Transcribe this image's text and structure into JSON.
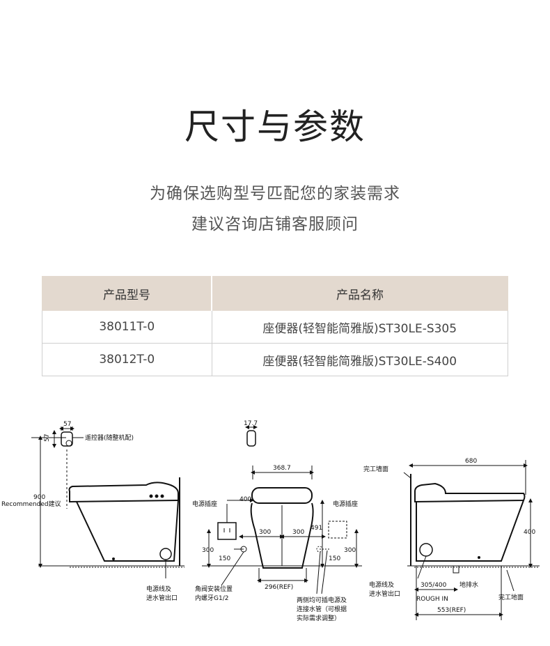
{
  "header": {
    "title": "尺寸与参数",
    "subtitle_line1": "为确保选购型号匹配您的家装需求",
    "subtitle_line2": "建议咨询店铺客服顾问"
  },
  "spec_table": {
    "headers": [
      "产品型号",
      "产品名称"
    ],
    "rows": [
      [
        "38011T-0",
        "座便器(轻智能简雅版)ST30LE-S305"
      ],
      [
        "38012T-0",
        "座便器(轻智能简雅版)ST30LE-S400"
      ]
    ]
  },
  "drawing": {
    "side": {
      "dim_top_width": "57",
      "dim_top_height": "57",
      "remote_label": "遥控器(随整机配)",
      "height_value": "900",
      "height_note": "Recommended建议",
      "cable_label_1": "电源线及",
      "cable_label_2": "进水管出口"
    },
    "front": {
      "dim_remote": "17.7",
      "width": "368.7",
      "socket_left": "电源插座",
      "socket_right": "电源插座",
      "dim_400": "400",
      "dim_300_left": "300",
      "dim_300_right": "300",
      "dim_491": "491",
      "dim_300_vert_left": "300",
      "dim_300_vert_right": "300",
      "dim_150_left": "150",
      "dim_150_right": "150",
      "base_width": "296(REF)",
      "valve_label_1": "角阀安装位置",
      "valve_label_2": "内螺牙G1/2",
      "note_1": "两侧均可插电源及",
      "note_2": "连接水管（可根据",
      "note_3": "实际需求调整）"
    },
    "rear": {
      "wall_label": "完工墙面",
      "length": "680",
      "height": "400",
      "cable_label_1": "电源线及",
      "cable_label_2": "进水管出口",
      "rough_in_value": "305/400",
      "rough_in_label": "ROUGH IN",
      "floor_drain": "地排水",
      "floor_label": "完工地面",
      "base_length": "553(REF)"
    }
  }
}
